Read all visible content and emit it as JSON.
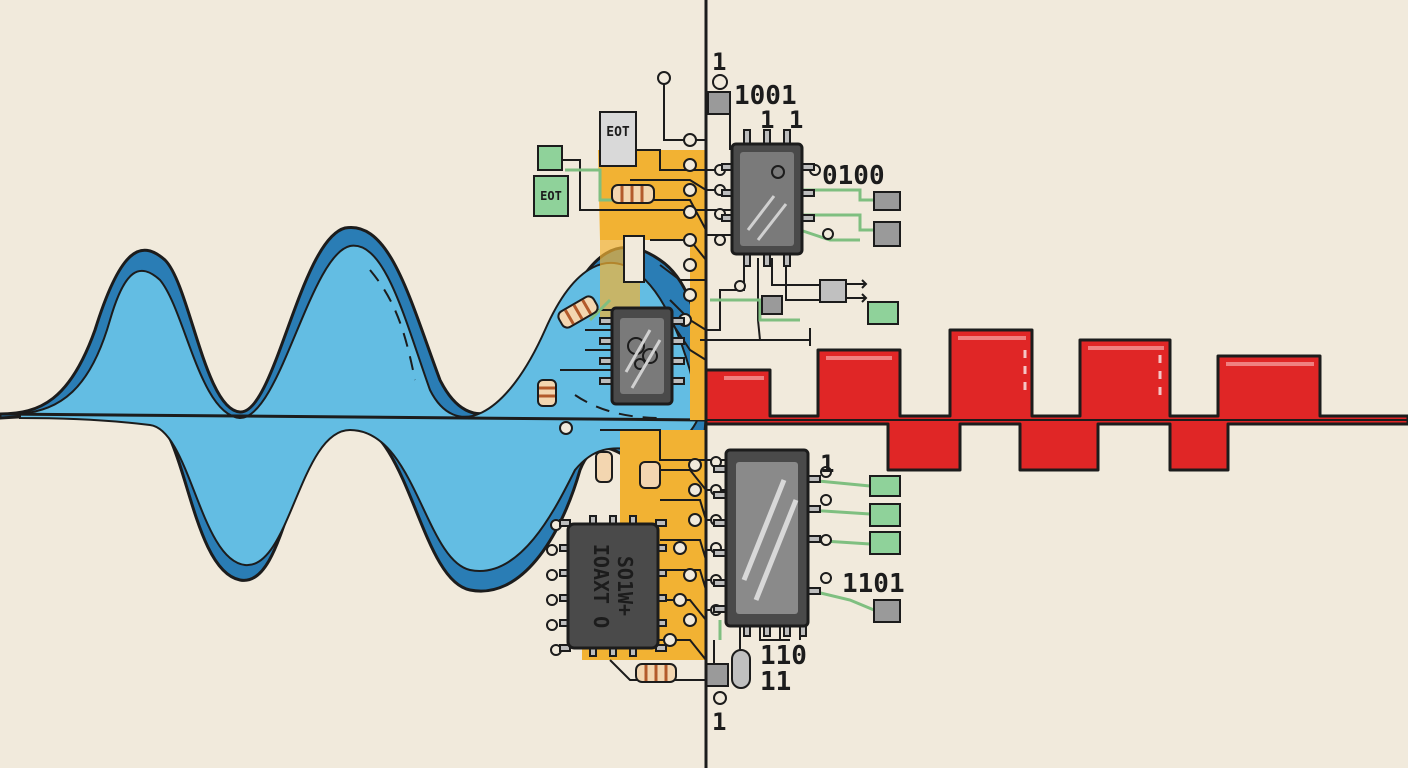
{
  "palette": {
    "background": "#f1eadc",
    "analog_dark": "#2a7db5",
    "analog_light": "#63bde3",
    "digital": "#e02626",
    "digital_light": "#f08080",
    "board": "#f2b233",
    "ink": "#1c1c1c",
    "chip": "#5c5c5c",
    "led_green": "#8fd29a"
  },
  "bits": {
    "top_single": "1",
    "top_row": "1001",
    "top_pins": "1 1",
    "right_upper": "0100",
    "right_lower_single": "1",
    "right_lower": "1101",
    "bottom_row": "110",
    "bottom_row_2": "11",
    "bottom_single": "1"
  },
  "chip_labels": {
    "big_chip_line1": "SO1W+",
    "big_chip_line2": "IOAXT O",
    "tag_top": "EOT",
    "tag_left": "EOT"
  },
  "icons": [
    "analog-wave-icon",
    "digital-square-wave-icon",
    "circuit-board-icon"
  ]
}
